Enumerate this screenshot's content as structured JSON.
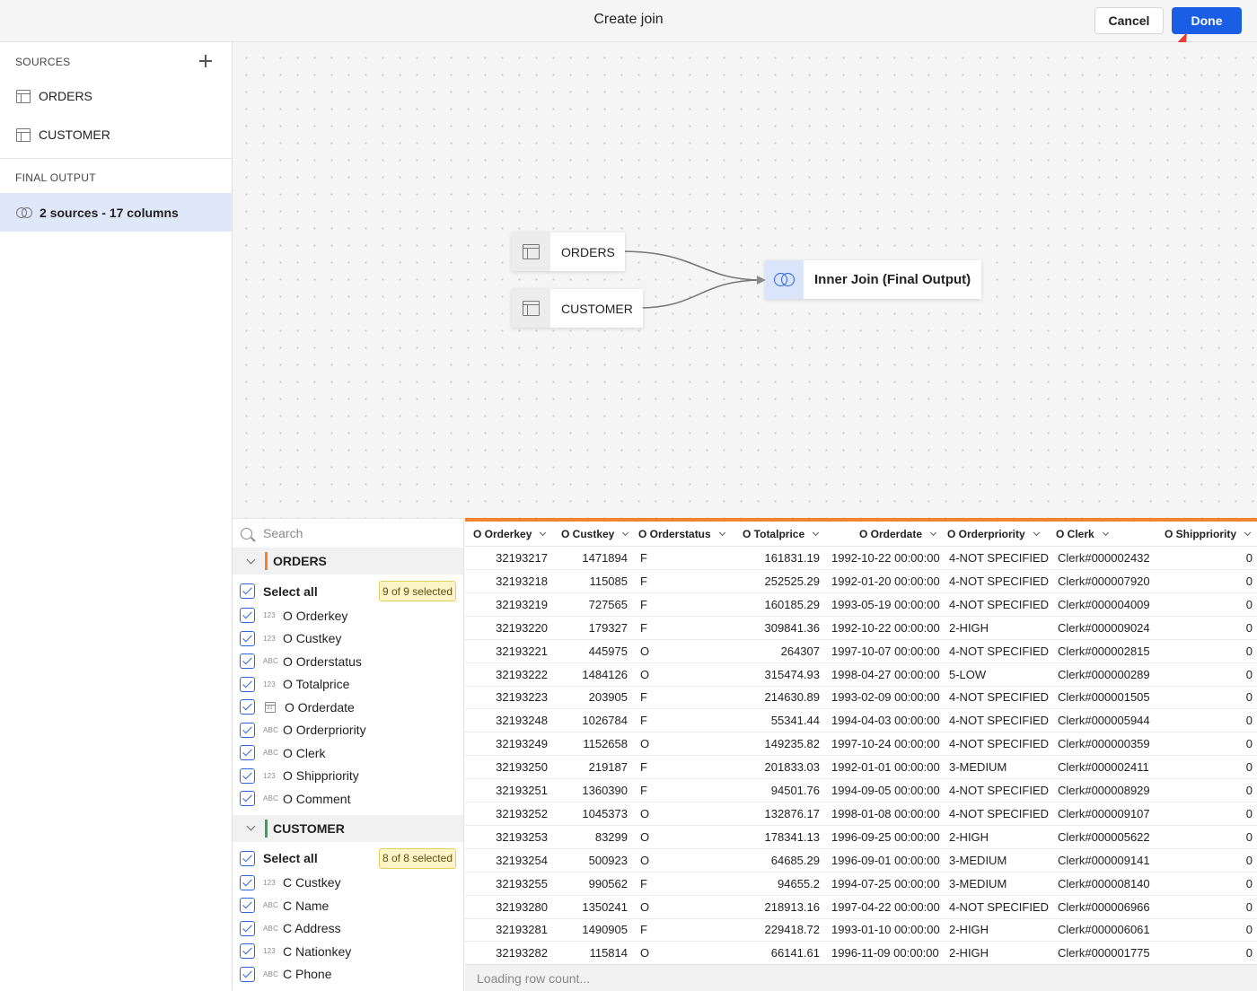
{
  "header": {
    "title": "Create join",
    "cancel_label": "Cancel",
    "done_label": "Done"
  },
  "colors": {
    "accent": "#1a5ee6",
    "orders_group": "#f0852d",
    "customer_group": "#3aa05a",
    "annotation_arrow": "#ee3b32"
  },
  "sidebar": {
    "sources_heading": "SOURCES",
    "add_icon": "plus-icon",
    "sources": [
      {
        "label": "ORDERS",
        "icon": "table-icon"
      },
      {
        "label": "CUSTOMER",
        "icon": "table-icon"
      }
    ],
    "final_output_heading": "FINAL OUTPUT",
    "final_output": {
      "label": "2 sources - 17 columns",
      "icon": "join-icon"
    }
  },
  "canvas": {
    "nodes": [
      {
        "label": "ORDERS",
        "icon": "table-icon"
      },
      {
        "label": "CUSTOMER",
        "icon": "table-icon"
      },
      {
        "label": "Inner Join (Final Output)",
        "icon": "join-icon"
      }
    ]
  },
  "columns_panel": {
    "search_placeholder": "Search",
    "groups": [
      {
        "name": "ORDERS",
        "select_all": "Select all",
        "badge": "9 of 9 selected",
        "columns": [
          {
            "type": "123",
            "name": "O Orderkey"
          },
          {
            "type": "123",
            "name": "O Custkey"
          },
          {
            "type": "ABC",
            "name": "O Orderstatus"
          },
          {
            "type": "123",
            "name": "O Totalprice"
          },
          {
            "type": "date",
            "name": "O Orderdate"
          },
          {
            "type": "ABC",
            "name": "O Orderpriority"
          },
          {
            "type": "ABC",
            "name": "O Clerk"
          },
          {
            "type": "123",
            "name": "O Shippriority"
          },
          {
            "type": "ABC",
            "name": "O Comment"
          }
        ]
      },
      {
        "name": "CUSTOMER",
        "select_all": "Select all",
        "badge": "8 of 8 selected",
        "columns": [
          {
            "type": "123",
            "name": "C Custkey"
          },
          {
            "type": "ABC",
            "name": "C Name"
          },
          {
            "type": "ABC",
            "name": "C Address"
          },
          {
            "type": "123",
            "name": "C Nationkey"
          },
          {
            "type": "ABC",
            "name": "C Phone"
          }
        ]
      }
    ]
  },
  "table": {
    "headers": [
      "O Orderkey",
      "O Custkey",
      "O Orderstatus",
      "O Totalprice",
      "O Orderdate",
      "O Orderpriority",
      "O Clerk",
      "O Shippriority"
    ],
    "rows": [
      [
        "32193217",
        "1471894",
        "F",
        "161831.19",
        "1992-10-22 00:00:00",
        "4-NOT SPECIFIED",
        "Clerk#000002432",
        "0"
      ],
      [
        "32193218",
        "115085",
        "F",
        "252525.29",
        "1992-01-20 00:00:00",
        "4-NOT SPECIFIED",
        "Clerk#000007920",
        "0"
      ],
      [
        "32193219",
        "727565",
        "F",
        "160185.29",
        "1993-05-19 00:00:00",
        "4-NOT SPECIFIED",
        "Clerk#000004009",
        "0"
      ],
      [
        "32193220",
        "179327",
        "F",
        "309841.36",
        "1992-10-22 00:00:00",
        "2-HIGH",
        "Clerk#000009024",
        "0"
      ],
      [
        "32193221",
        "445975",
        "O",
        "264307",
        "1997-10-07 00:00:00",
        "4-NOT SPECIFIED",
        "Clerk#000002815",
        "0"
      ],
      [
        "32193222",
        "1484126",
        "O",
        "315474.93",
        "1998-04-27 00:00:00",
        "5-LOW",
        "Clerk#000000289",
        "0"
      ],
      [
        "32193223",
        "203905",
        "F",
        "214630.89",
        "1993-02-09 00:00:00",
        "4-NOT SPECIFIED",
        "Clerk#000001505",
        "0"
      ],
      [
        "32193248",
        "1026784",
        "F",
        "55341.44",
        "1994-04-03 00:00:00",
        "4-NOT SPECIFIED",
        "Clerk#000005944",
        "0"
      ],
      [
        "32193249",
        "1152658",
        "O",
        "149235.82",
        "1997-10-24 00:00:00",
        "4-NOT SPECIFIED",
        "Clerk#000000359",
        "0"
      ],
      [
        "32193250",
        "219187",
        "F",
        "201833.03",
        "1992-01-01 00:00:00",
        "3-MEDIUM",
        "Clerk#000002411",
        "0"
      ],
      [
        "32193251",
        "1360390",
        "F",
        "94501.76",
        "1994-09-05 00:00:00",
        "4-NOT SPECIFIED",
        "Clerk#000008929",
        "0"
      ],
      [
        "32193252",
        "1045373",
        "O",
        "132876.17",
        "1998-01-08 00:00:00",
        "4-NOT SPECIFIED",
        "Clerk#000009107",
        "0"
      ],
      [
        "32193253",
        "83299",
        "O",
        "178341.13",
        "1996-09-25 00:00:00",
        "2-HIGH",
        "Clerk#000005622",
        "0"
      ],
      [
        "32193254",
        "500923",
        "O",
        "64685.29",
        "1996-09-01 00:00:00",
        "3-MEDIUM",
        "Clerk#000009141",
        "0"
      ],
      [
        "32193255",
        "990562",
        "F",
        "94655.2",
        "1994-07-25 00:00:00",
        "3-MEDIUM",
        "Clerk#000008140",
        "0"
      ],
      [
        "32193280",
        "1350241",
        "O",
        "218913.16",
        "1997-04-22 00:00:00",
        "4-NOT SPECIFIED",
        "Clerk#000006966",
        "0"
      ],
      [
        "32193281",
        "1490905",
        "F",
        "229418.72",
        "1993-01-10 00:00:00",
        "2-HIGH",
        "Clerk#000006061",
        "0"
      ],
      [
        "32193282",
        "115814",
        "O",
        "66141.61",
        "1996-11-09 00:00:00",
        "2-HIGH",
        "Clerk#000001775",
        "0"
      ]
    ],
    "footer": "Loading row count..."
  }
}
